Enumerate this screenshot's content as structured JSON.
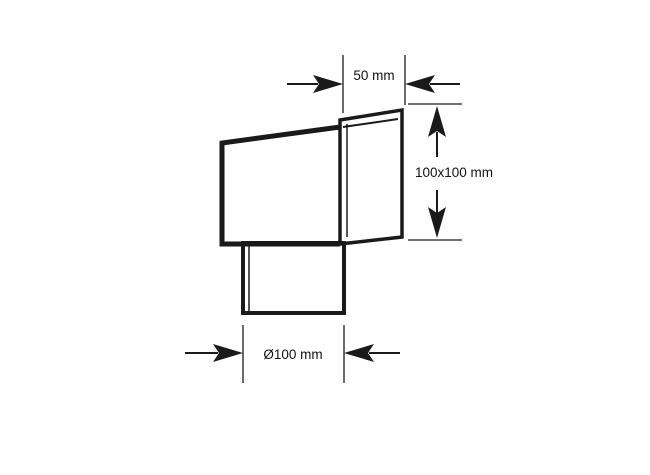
{
  "dimensions": {
    "top_width": "50 mm",
    "section": "100x100 mm",
    "diameter": "Ø100 mm"
  },
  "colors": {
    "line": "#1a1a1a",
    "background": "#ffffff"
  }
}
